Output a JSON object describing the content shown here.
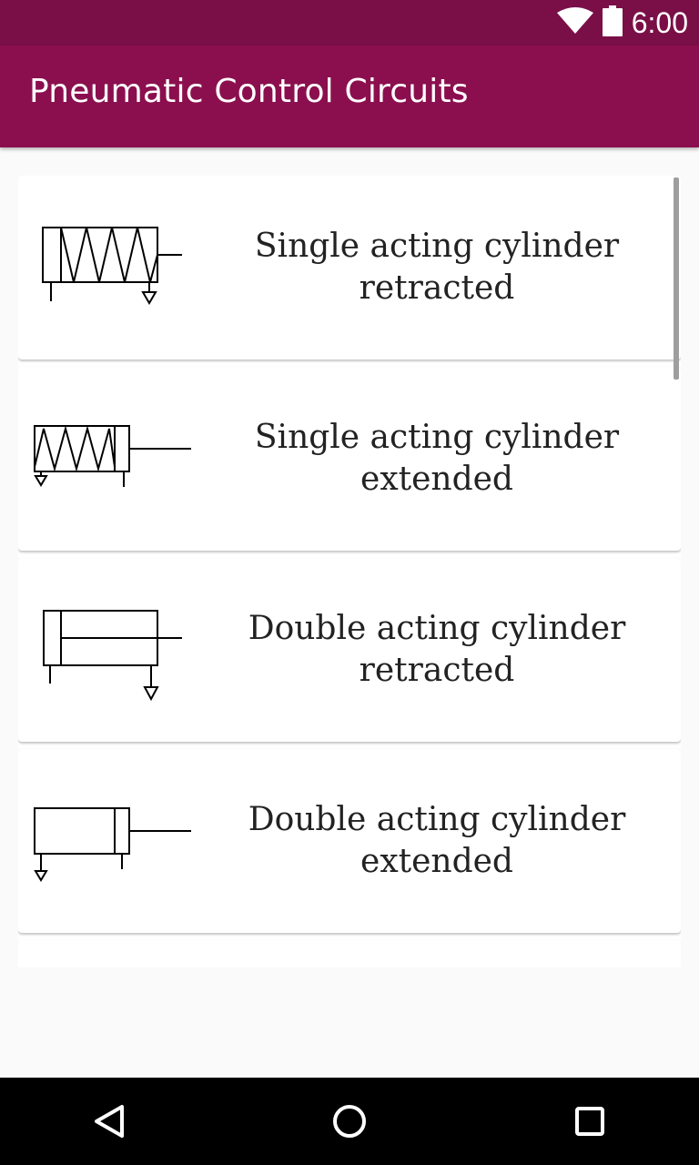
{
  "status_bar": {
    "time": "6:00",
    "wifi_icon": "wifi-icon",
    "battery_icon": "battery-icon"
  },
  "app_bar": {
    "title": "Pneumatic Control Circuits"
  },
  "list": {
    "items": [
      {
        "label": "Single acting cylinder retracted",
        "icon": "single-acting-cylinder-retracted-icon"
      },
      {
        "label": "Single acting cylinder extended",
        "icon": "single-acting-cylinder-extended-icon"
      },
      {
        "label": "Double acting cylinder retracted",
        "icon": "double-acting-cylinder-retracted-icon"
      },
      {
        "label": "Double acting cylinder extended",
        "icon": "double-acting-cylinder-extended-icon"
      }
    ]
  },
  "nav_bar": {
    "back_icon": "back-icon",
    "home_icon": "home-icon",
    "recents_icon": "recents-icon"
  },
  "colors": {
    "status_bar": "#7a0f47",
    "app_bar": "#8b0f4e",
    "background": "#fafafa",
    "card": "#ffffff",
    "text": "#222222"
  }
}
